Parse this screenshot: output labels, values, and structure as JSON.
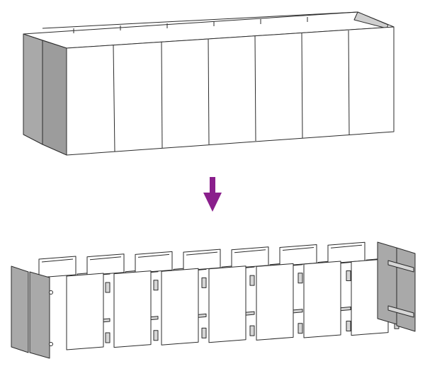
{
  "diagram": {
    "kind": "assembly-instruction",
    "description_visible_text": "",
    "colors": {
      "outline": "#2b2b2b",
      "panel_fill": "#ffffff",
      "side_shade": "#a9a9a9",
      "side_shade_dark": "#8f8f8f",
      "bracket_fill": "#d6d6d6",
      "arrow": "#8a1f8c"
    },
    "assembled_planter": {
      "front_panel_count": 7,
      "side_panel_count": 2
    },
    "exploded_view": {
      "front_panel_count": 7,
      "back_bracket_count": 7,
      "end_panel_count": 4
    },
    "arrow": {
      "direction": "down",
      "icon": "down-arrow-icon"
    }
  }
}
